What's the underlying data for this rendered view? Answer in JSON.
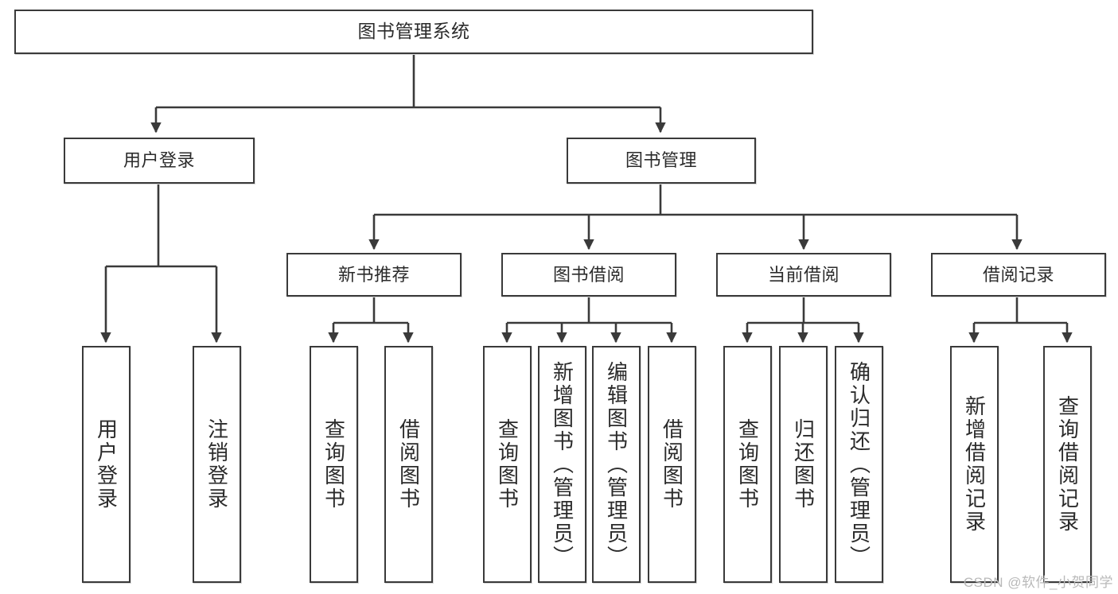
{
  "diagram": {
    "title": "图书管理系统",
    "type": "tree-structure-chart",
    "watermark": "CSDN @软件_小贺同学",
    "line_color": "#3a3a3a",
    "text_color": "#2b2b2b",
    "background": "#ffffff"
  },
  "nodes": {
    "root": {
      "label": "图书管理系统"
    },
    "level2": [
      {
        "label": "用户登录"
      },
      {
        "label": "图书管理"
      }
    ],
    "level3": [
      {
        "label": "新书推荐"
      },
      {
        "label": "图书借阅"
      },
      {
        "label": "当前借阅"
      },
      {
        "label": "借阅记录"
      }
    ],
    "leaves": {
      "user_login": [
        {
          "label": "用户登录"
        },
        {
          "label": "注销登录"
        }
      ],
      "new_book_recommend": [
        {
          "label": "查询图书"
        },
        {
          "label": "借阅图书"
        }
      ],
      "book_borrow": [
        {
          "label": "查询图书"
        },
        {
          "label": "新增图书（管理员）"
        },
        {
          "label": "编辑图书（管理员）"
        },
        {
          "label": "借阅图书"
        }
      ],
      "current_borrow": [
        {
          "label": "查询图书"
        },
        {
          "label": "归还图书"
        },
        {
          "label": "确认归还（管理员）"
        }
      ],
      "borrow_record": [
        {
          "label": "新增借阅记录"
        },
        {
          "label": "查询借阅记录"
        }
      ]
    }
  }
}
